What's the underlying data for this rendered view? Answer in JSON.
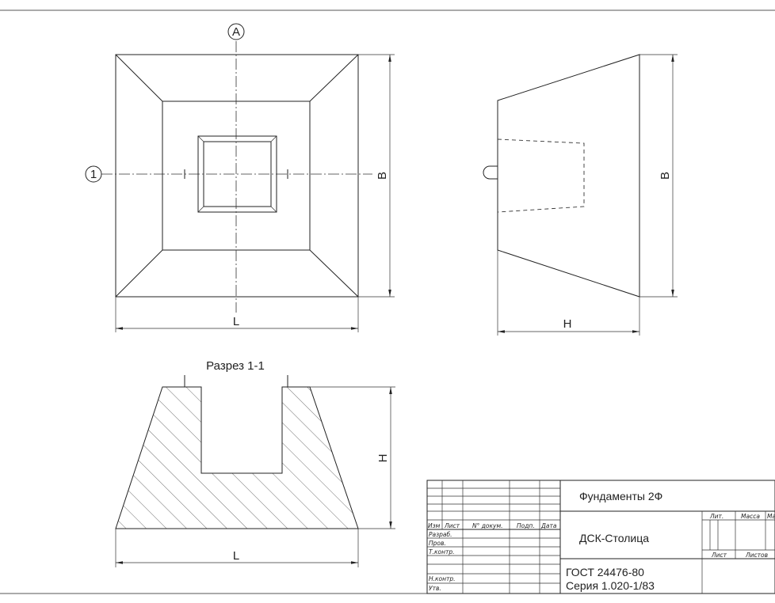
{
  "labels": {
    "axis_a": "A",
    "axis_1": "1",
    "section_title": "Разрез 1-1"
  },
  "dimensions": {
    "plan_width": "L",
    "plan_depth": "B",
    "side_height": "H",
    "side_depth": "B",
    "section_height": "H",
    "section_width": "L"
  },
  "title_block": {
    "title": "Фундаменты 2Ф",
    "organization": "ДСК-Столица",
    "standard": "ГОСТ 24476-80",
    "series": "Серия 1.020-1/83",
    "col_izm": "Изм",
    "col_list": "Лист",
    "col_doc": "N° докум.",
    "col_sign": "Подп.",
    "col_date": "Дата",
    "row_razrab": "Разраб.",
    "row_prov": "Пров.",
    "row_tkontr": "Т.контр.",
    "row_nkontr": "Н.контр.",
    "row_utv": "Утв.",
    "lit": "Лит.",
    "massa": "Масса",
    "masshtab": "Ма",
    "list": "Лист",
    "listov": "Листов"
  }
}
